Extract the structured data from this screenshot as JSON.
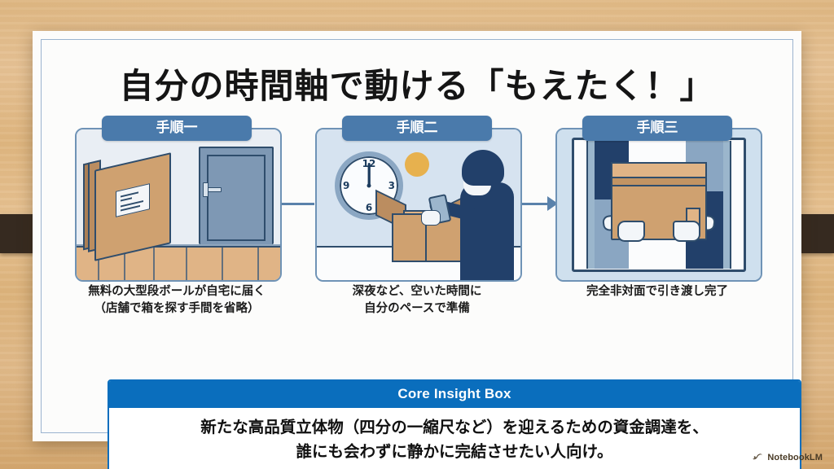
{
  "slide": {
    "title": "自分の時間軸で動ける「もえたく！」",
    "accent_blue": "#4A7AAB",
    "insight_blue": "#0A6EBD",
    "background": "#E7BD80"
  },
  "steps": [
    {
      "chip": "手順一",
      "caption_line1": "無料の大型段ボールが自宅に届く",
      "caption_line2": "（店舗で箱を探す手間を省略）",
      "illustration": "flat-cardboard-at-front-door"
    },
    {
      "chip": "手順二",
      "caption_line1": "深夜など、空いた時間に",
      "caption_line2": "自分のペースで準備",
      "illustration": "person-packing-box-at-midnight",
      "clock_time": "12",
      "clock_numbers": {
        "n12": "12",
        "n3": "3",
        "n6": "6",
        "n9": "9"
      }
    },
    {
      "chip": "手順三",
      "caption_line1": "完全非対面で引き渡し完了",
      "caption_line2": "",
      "illustration": "contactless-box-handoff-at-doorway"
    }
  ],
  "insight": {
    "header": "Core Insight Box",
    "line1": "新たな高品質立体物（四分の一縮尺など）を迎えるための資金調達を、",
    "line2": "誰にも会わずに静かに完結させたい人向け。"
  },
  "watermark": {
    "label": "NotebookLM"
  }
}
